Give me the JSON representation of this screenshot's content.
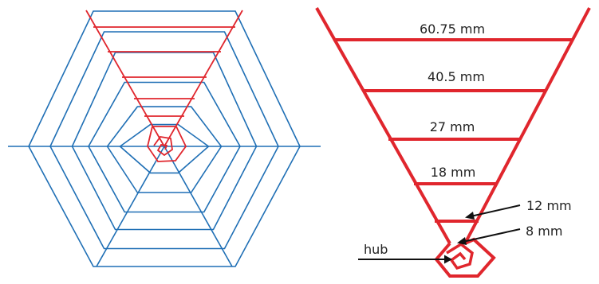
{
  "colors": {
    "blue": "#1f6fb5",
    "red": "#e0262d",
    "arrow": "#111111"
  },
  "labels": {
    "ring1": "60.75 mm",
    "ring2": "40.5 mm",
    "ring3": "27 mm",
    "ring4": "18 mm",
    "ring5": "12 mm",
    "ring6": "8 mm",
    "hub": "hub"
  }
}
